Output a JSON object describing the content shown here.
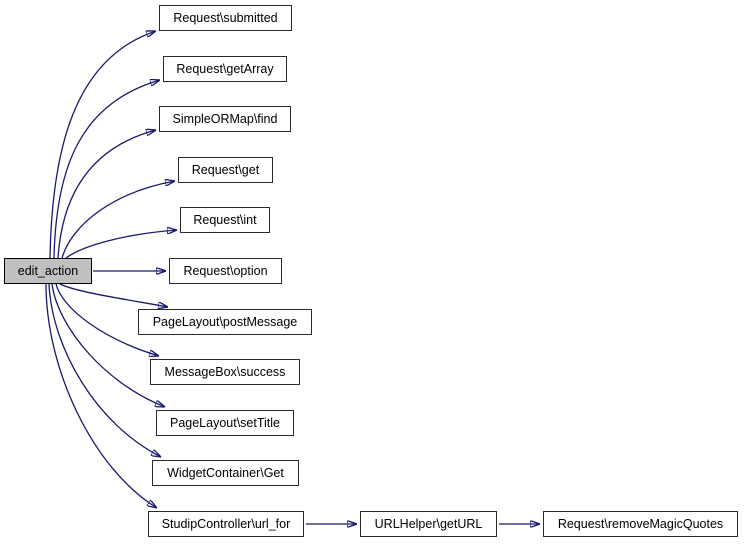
{
  "diagram": {
    "type": "call-graph",
    "root_function": "edit_action",
    "colors": {
      "edge": "#191970",
      "node_border": "#2a2a2a",
      "node_fill": "#ffffff",
      "root_fill": "#c0c0c0",
      "text": "#000000",
      "background": "#ffffff"
    },
    "nodes": [
      {
        "id": "edit_action",
        "label": "edit_action",
        "highlighted": true
      },
      {
        "id": "request_submitted",
        "label": "Request\\submitted",
        "highlighted": false
      },
      {
        "id": "request_getarray",
        "label": "Request\\getArray",
        "highlighted": false
      },
      {
        "id": "simpleormap_find",
        "label": "SimpleORMap\\find",
        "highlighted": false
      },
      {
        "id": "request_get",
        "label": "Request\\get",
        "highlighted": false
      },
      {
        "id": "request_int",
        "label": "Request\\int",
        "highlighted": false
      },
      {
        "id": "request_option",
        "label": "Request\\option",
        "highlighted": false
      },
      {
        "id": "pagelayout_postmessage",
        "label": "PageLayout\\postMessage",
        "highlighted": false
      },
      {
        "id": "messagebox_success",
        "label": "MessageBox\\success",
        "highlighted": false
      },
      {
        "id": "pagelayout_settitle",
        "label": "PageLayout\\setTitle",
        "highlighted": false
      },
      {
        "id": "widgetcontainer_get",
        "label": "WidgetContainer\\Get",
        "highlighted": false
      },
      {
        "id": "studipcontroller_url_for",
        "label": "StudipController\\url_for",
        "highlighted": false
      },
      {
        "id": "urlhelper_geturl",
        "label": "URLHelper\\getURL",
        "highlighted": false
      },
      {
        "id": "request_removemagicquotes",
        "label": "Request\\removeMagicQuotes",
        "highlighted": false
      }
    ],
    "edges": [
      {
        "from": "edit_action",
        "to": "request_submitted"
      },
      {
        "from": "edit_action",
        "to": "request_getarray"
      },
      {
        "from": "edit_action",
        "to": "simpleormap_find"
      },
      {
        "from": "edit_action",
        "to": "request_get"
      },
      {
        "from": "edit_action",
        "to": "request_int"
      },
      {
        "from": "edit_action",
        "to": "request_option"
      },
      {
        "from": "edit_action",
        "to": "pagelayout_postmessage"
      },
      {
        "from": "edit_action",
        "to": "messagebox_success"
      },
      {
        "from": "edit_action",
        "to": "pagelayout_settitle"
      },
      {
        "from": "edit_action",
        "to": "widgetcontainer_get"
      },
      {
        "from": "edit_action",
        "to": "studipcontroller_url_for"
      },
      {
        "from": "studipcontroller_url_for",
        "to": "urlhelper_geturl"
      },
      {
        "from": "urlhelper_geturl",
        "to": "request_removemagicquotes"
      }
    ]
  }
}
